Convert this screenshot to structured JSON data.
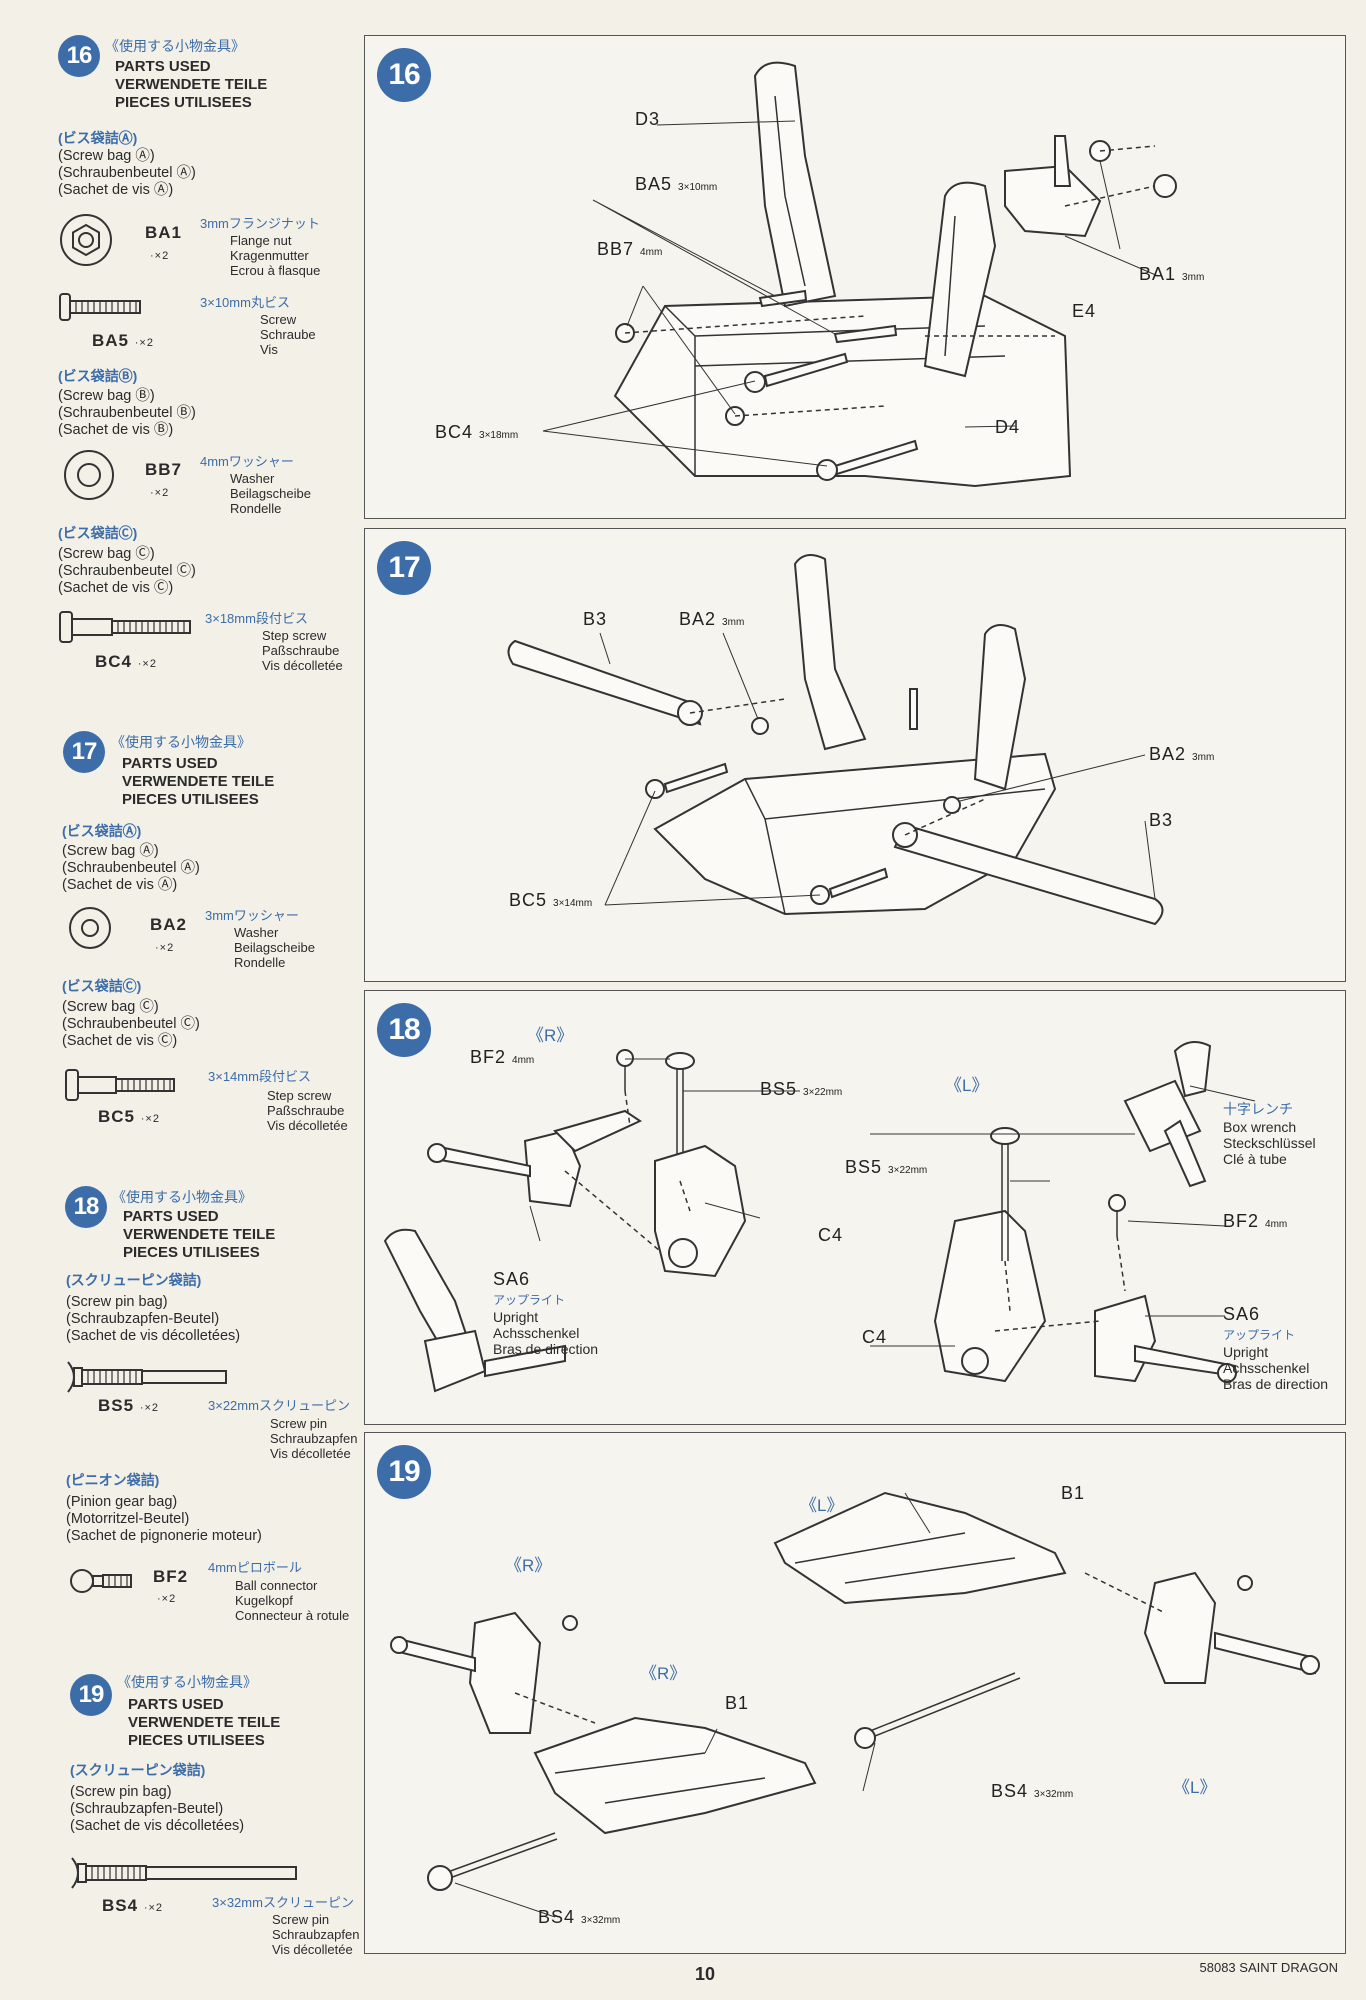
{
  "page": {
    "number": "10",
    "model": "58083 SAINT DRAGON"
  },
  "parts_used_en": [
    "PARTS USED",
    "VERWENDETE TEILE",
    "PIECES UTILISEES"
  ],
  "steps_left": {
    "s16": {
      "number": "16",
      "jp": "《使用する小物金具》",
      "bags": [
        {
          "jp": "(ビス袋詰Ⓐ)",
          "lines": [
            "(Screw bag Ⓐ)",
            "(Schraubenbeutel Ⓐ)",
            "(Sachet de vis Ⓐ)"
          ]
        },
        {
          "jp": "(ビス袋詰Ⓑ)",
          "lines": [
            "(Screw bag Ⓑ)",
            "(Schraubenbeutel Ⓑ)",
            "(Sachet de vis Ⓑ)"
          ]
        },
        {
          "jp": "(ビス袋詰Ⓒ)",
          "lines": [
            "(Screw bag Ⓒ)",
            "(Schraubenbeutel Ⓒ)",
            "(Sachet de vis Ⓒ)"
          ]
        }
      ],
      "parts": [
        {
          "code": "BA1",
          "qty": "·×2",
          "size": "3mmフランジナット",
          "names": [
            "Flange nut",
            "Kragenmutter",
            "Ecrou à flasque"
          ]
        },
        {
          "code": "BA5",
          "qty": "·×2",
          "size": "3×10mm丸ビス",
          "names": [
            "Screw",
            "Schraube",
            "Vis"
          ]
        },
        {
          "code": "BB7",
          "qty": "·×2",
          "size": "4mmワッシャー",
          "names": [
            "Washer",
            "Beilagscheibe",
            "Rondelle"
          ]
        },
        {
          "code": "BC4",
          "qty": "·×2",
          "size": "3×18mm段付ビス",
          "names": [
            "Step screw",
            "Paßschraube",
            "Vis décolletée"
          ]
        }
      ]
    },
    "s17": {
      "number": "17",
      "jp": "《使用する小物金具》",
      "bags": [
        {
          "jp": "(ビス袋詰Ⓐ)",
          "lines": [
            "(Screw bag Ⓐ)",
            "(Schraubenbeutel Ⓐ)",
            "(Sachet de vis Ⓐ)"
          ]
        },
        {
          "jp": "(ビス袋詰Ⓒ)",
          "lines": [
            "(Screw bag Ⓒ)",
            "(Schraubenbeutel Ⓒ)",
            "(Sachet de vis Ⓒ)"
          ]
        }
      ],
      "parts": [
        {
          "code": "BA2",
          "qty": "·×2",
          "size": "3mmワッシャー",
          "names": [
            "Washer",
            "Beilagscheibe",
            "Rondelle"
          ]
        },
        {
          "code": "BC5",
          "qty": "·×2",
          "size": "3×14mm段付ビス",
          "names": [
            "Step screw",
            "Paßschraube",
            "Vis décolletée"
          ]
        }
      ]
    },
    "s18": {
      "number": "18",
      "jp": "《使用する小物金具》",
      "bags": [
        {
          "jp": "(スクリューピン袋詰)",
          "lines": [
            "(Screw pin bag)",
            "(Schraubzapfen-Beutel)",
            "(Sachet de vis décolletées)"
          ]
        },
        {
          "jp": "(ピニオン袋詰)",
          "lines": [
            "(Pinion gear bag)",
            "(Motorritzel-Beutel)",
            "(Sachet de pignonerie moteur)"
          ]
        }
      ],
      "parts": [
        {
          "code": "BS5",
          "qty": "·×2",
          "size": "3×22mmスクリューピン",
          "names": [
            "Screw pin",
            "Schraubzapfen",
            "Vis décolletée"
          ]
        },
        {
          "code": "BF2",
          "qty": "·×2",
          "size": "4mmピロボール",
          "names": [
            "Ball connector",
            "Kugelkopf",
            "Connecteur à rotule"
          ]
        }
      ]
    },
    "s19": {
      "number": "19",
      "jp": "《使用する小物金具》",
      "bags": [
        {
          "jp": "(スクリューピン袋詰)",
          "lines": [
            "(Screw pin bag)",
            "(Schraubzapfen-Beutel)",
            "(Sachet de vis décolletées)"
          ]
        }
      ],
      "parts": [
        {
          "code": "BS4",
          "qty": "·×2",
          "size": "3×32mmスクリューピン",
          "names": [
            "Screw pin",
            "Schraubzapfen",
            "Vis décolletée"
          ]
        }
      ]
    }
  },
  "diagrams": {
    "d16": {
      "number": "16",
      "labels": {
        "D3": "D3",
        "BA5": "BA5",
        "BA5_size": "3×10mm",
        "BB7": "BB7",
        "BB7_size": "4mm",
        "BC4": "BC4",
        "BC4_size": "3×18mm",
        "BA1": "BA1",
        "BA1_size": "3mm",
        "E4": "E4",
        "D4": "D4"
      }
    },
    "d17": {
      "number": "17",
      "labels": {
        "B3a": "B3",
        "BA2a": "BA2",
        "BA2a_size": "3mm",
        "BA2b": "BA2",
        "BA2b_size": "3mm",
        "B3b": "B3",
        "BC5": "BC5",
        "BC5_size": "3×14mm"
      }
    },
    "d18": {
      "number": "18",
      "labels": {
        "R": "《R》",
        "L": "《L》",
        "BF2a": "BF2",
        "BF2a_size": "4mm",
        "BS5a": "BS5",
        "BS5a_size": "3×22mm",
        "BS5b": "BS5",
        "BS5b_size": "3×22mm",
        "C4a": "C4",
        "C4b": "C4",
        "SA6a": "SA6",
        "SA6a_jp": "アップライト",
        "SA6a_names": [
          "Upright",
          "Achsschenkel",
          "Bras de direction"
        ],
        "SA6b": "SA6",
        "SA6b_jp": "アップライト",
        "SA6b_names": [
          "Upright",
          "Achsschenkel",
          "Bras de direction"
        ],
        "BF2b": "BF2",
        "BF2b_size": "4mm",
        "wrench_jp": "十字レンチ",
        "wrench_names": [
          "Box wrench",
          "Steckschlüssel",
          "Clé à tube"
        ]
      }
    },
    "d19": {
      "number": "19",
      "labels": {
        "L1": "《L》",
        "R1": "《R》",
        "R2": "《R》",
        "L2": "《L》",
        "B1a": "B1",
        "B1b": "B1",
        "BS4a": "BS4",
        "BS4a_size": "3×32mm",
        "BS4b": "BS4",
        "BS4b_size": "3×32mm"
      }
    }
  },
  "colors": {
    "accent": "#3c6da8",
    "paper": "#f3f0e8",
    "ink": "#2b2b2b"
  }
}
